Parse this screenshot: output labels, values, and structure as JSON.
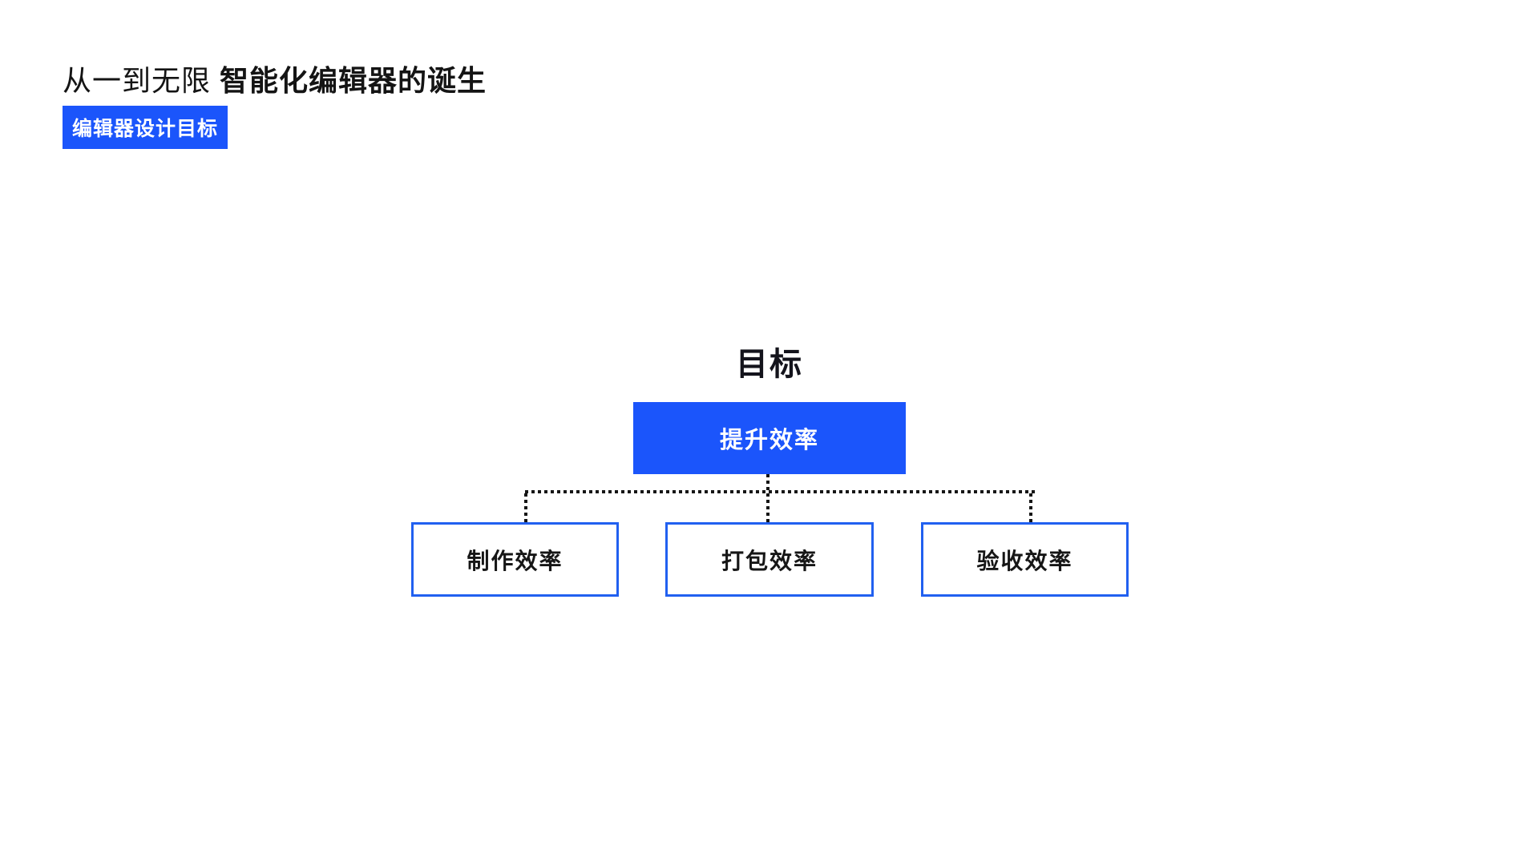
{
  "page": {
    "background": "#ffffff",
    "accent_color": "#1b55fb",
    "connector_color": "#161616",
    "ink_color": "#14141c"
  },
  "header": {
    "title_regular": "从一到无限",
    "title_bold": "智能化编辑器的诞生",
    "badge_label": "编辑器设计目标"
  },
  "diagram": {
    "heading": "目标",
    "root": {
      "label": "提升效率"
    },
    "children": [
      {
        "label": "制作效率"
      },
      {
        "label": "打包效率"
      },
      {
        "label": "验收效率"
      }
    ]
  }
}
